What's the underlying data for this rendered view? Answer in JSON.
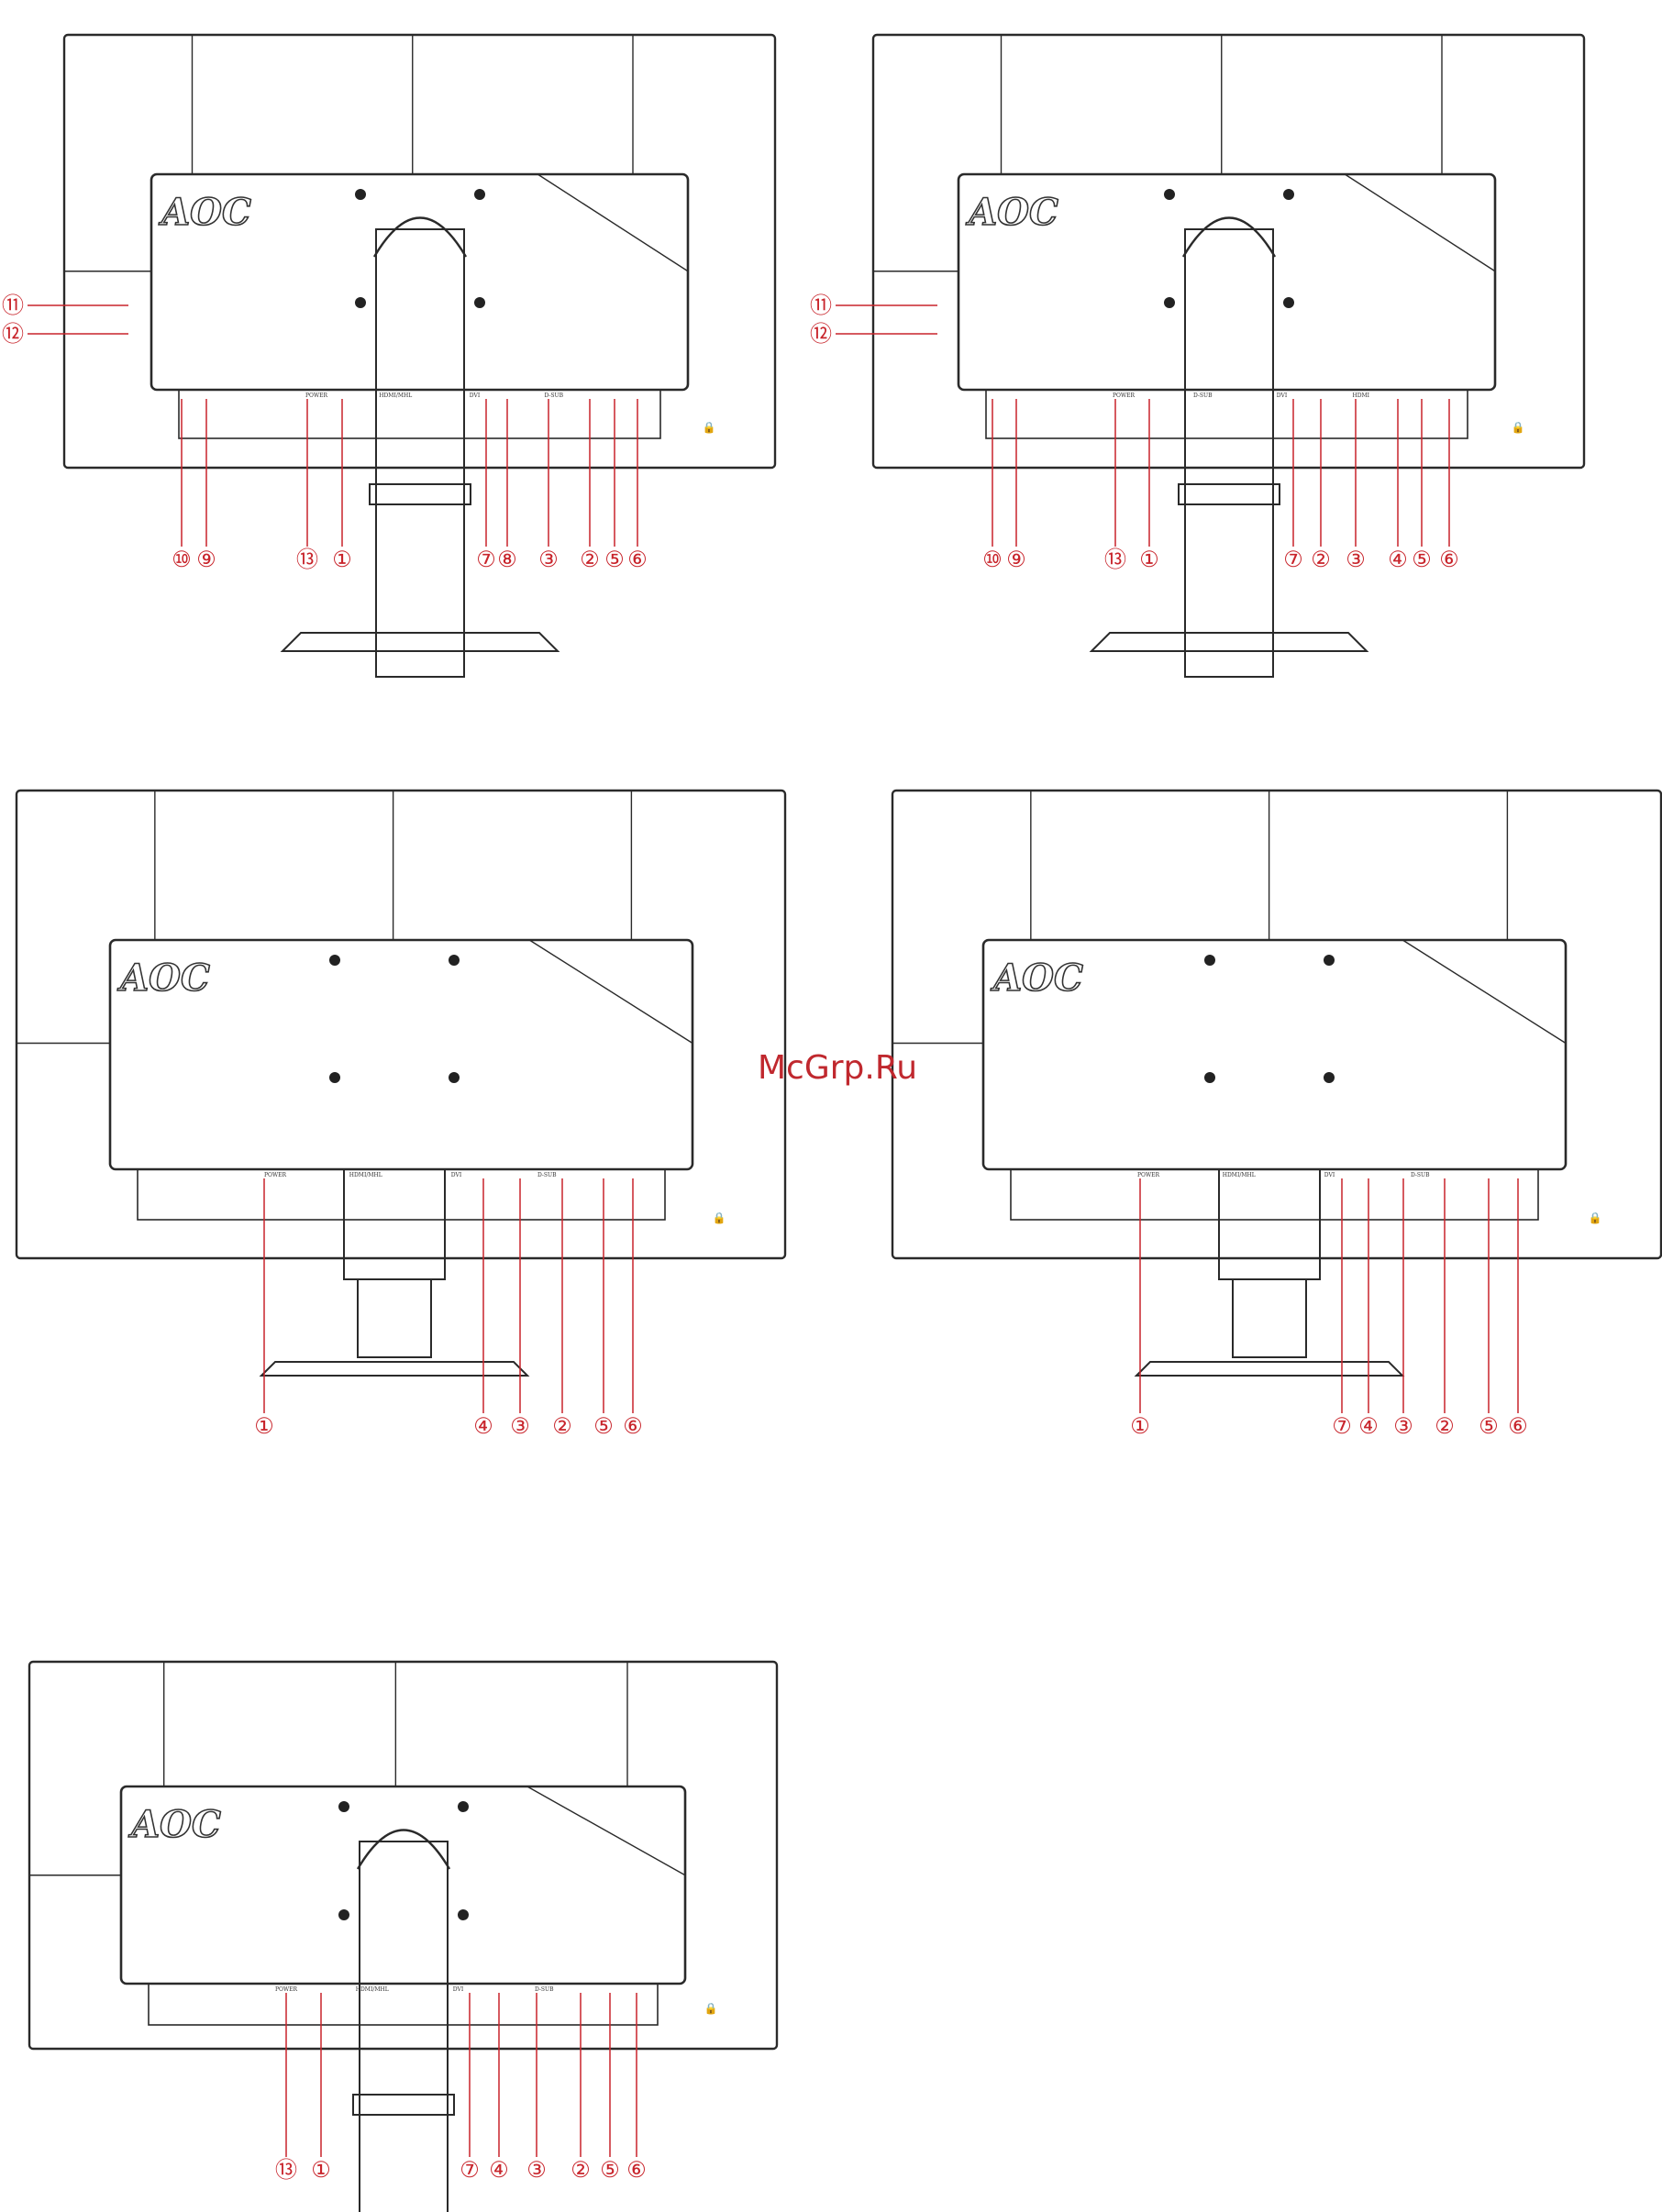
{
  "watermark": "McGrp.Ru",
  "brand_logo": "AOC",
  "colors": {
    "line": "#2a2a2a",
    "callout": "#c8242b",
    "watermark": "#c0282e"
  },
  "diagrams": [
    {
      "id": "variant-1",
      "bottom_callouts": [
        "⑩",
        "⑨",
        "⑬",
        "①",
        "⑦",
        "⑧",
        "③",
        "②",
        "⑤",
        "⑥"
      ],
      "side_callouts": [
        "⑪",
        "⑫"
      ],
      "port_labels": [
        "POWER",
        "HDMI/MHL",
        "DVI",
        "D-SUB"
      ]
    },
    {
      "id": "variant-2",
      "bottom_callouts": [
        "⑩",
        "⑨",
        "⑬",
        "①",
        "⑦",
        "②",
        "③",
        "④",
        "⑤",
        "⑥"
      ],
      "side_callouts": [
        "⑪",
        "⑫"
      ],
      "port_labels": [
        "POWER",
        "D-SUB",
        "DVI",
        "HDMI"
      ]
    },
    {
      "id": "variant-3",
      "bottom_callouts": [
        "①",
        "④",
        "③",
        "②",
        "⑤",
        "⑥"
      ],
      "side_callouts": [],
      "port_labels": [
        "POWER",
        "HDMI/MHL",
        "DVI",
        "D-SUB"
      ]
    },
    {
      "id": "variant-4",
      "bottom_callouts": [
        "①",
        "⑦",
        "④",
        "③",
        "②",
        "⑤",
        "⑥"
      ],
      "side_callouts": [],
      "port_labels": [
        "POWER",
        "HDMI/MHL",
        "DVI",
        "D-SUB"
      ]
    },
    {
      "id": "variant-5",
      "bottom_callouts": [
        "⑬",
        "①",
        "⑦",
        "④",
        "③",
        "②",
        "⑤",
        "⑥"
      ],
      "side_callouts": [],
      "port_labels": [
        "POWER",
        "HDMI/MHL",
        "DVI",
        "D-SUB"
      ]
    }
  ]
}
